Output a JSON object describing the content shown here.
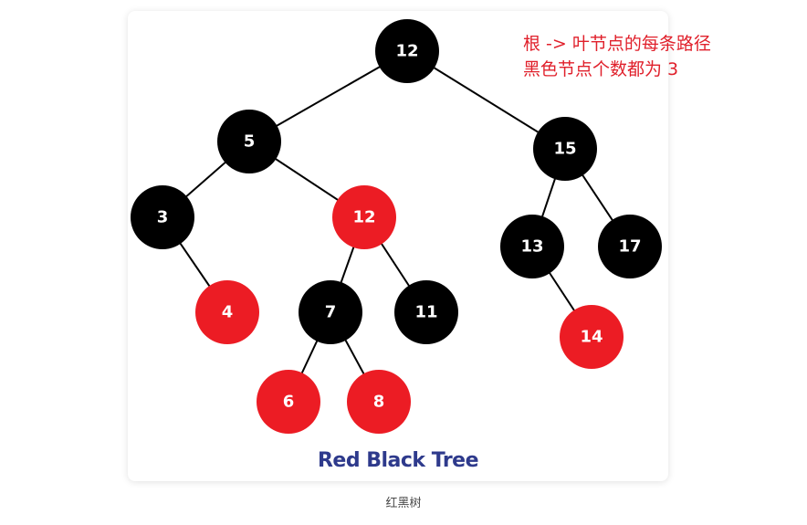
{
  "colors": {
    "red": "#ec1c24",
    "black": "#000000",
    "edge": "#000000",
    "annotation": "#e0202b",
    "title": "#2e3a8c"
  },
  "tree": {
    "title": "Red Black Tree",
    "nodes": [
      {
        "id": "n12root",
        "label": "12",
        "color": "black"
      },
      {
        "id": "n5",
        "label": "5",
        "color": "black"
      },
      {
        "id": "n15",
        "label": "15",
        "color": "black"
      },
      {
        "id": "n3",
        "label": "3",
        "color": "black"
      },
      {
        "id": "n12",
        "label": "12",
        "color": "red"
      },
      {
        "id": "n13",
        "label": "13",
        "color": "black"
      },
      {
        "id": "n17",
        "label": "17",
        "color": "black"
      },
      {
        "id": "n4",
        "label": "4",
        "color": "red"
      },
      {
        "id": "n7",
        "label": "7",
        "color": "black"
      },
      {
        "id": "n11",
        "label": "11",
        "color": "black"
      },
      {
        "id": "n14",
        "label": "14",
        "color": "red"
      },
      {
        "id": "n6",
        "label": "6",
        "color": "red"
      },
      {
        "id": "n8",
        "label": "8",
        "color": "red"
      }
    ],
    "edges": [
      [
        "n12root",
        "n5"
      ],
      [
        "n12root",
        "n15"
      ],
      [
        "n5",
        "n3"
      ],
      [
        "n5",
        "n12"
      ],
      [
        "n15",
        "n13"
      ],
      [
        "n15",
        "n17"
      ],
      [
        "n3",
        "n4"
      ],
      [
        "n12",
        "n7"
      ],
      [
        "n12",
        "n11"
      ],
      [
        "n13",
        "n14"
      ],
      [
        "n7",
        "n6"
      ],
      [
        "n7",
        "n8"
      ]
    ]
  },
  "annotation": {
    "line1": "根 -> 叶节点的每条路径",
    "line2": "黑色节点个数都为 3"
  },
  "caption": "红黑树"
}
